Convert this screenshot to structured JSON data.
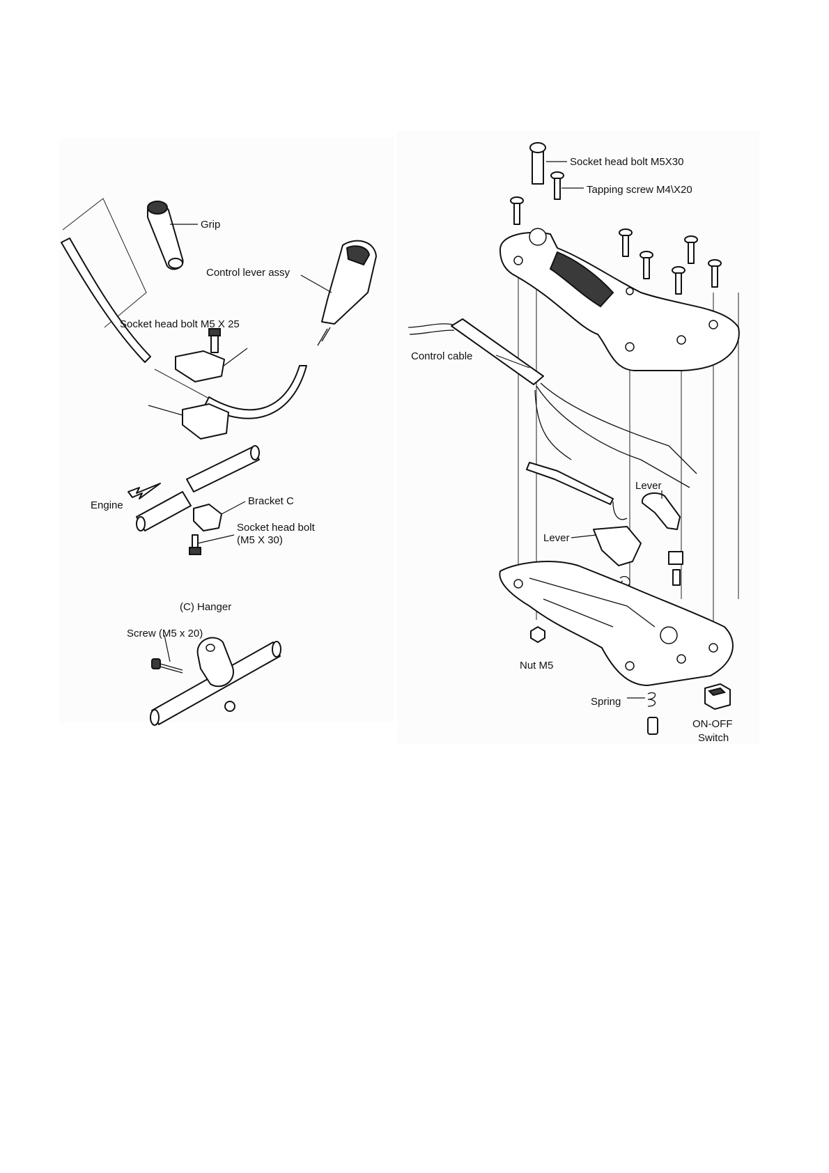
{
  "labels": {
    "grip": "Grip",
    "control_lever_assy": "Control lever assy",
    "socket_head_bolt_m5x25": "Socket head bolt M5 X 25",
    "engine": "Engine",
    "bracket_c": "Bracket C",
    "socket_head_bolt_line1": "Socket head bolt",
    "socket_head_bolt_line2": "(M5 X 30)",
    "hanger_title": "(C) Hanger",
    "screw_m5x20": "Screw (M5 x 20)",
    "socket_head_bolt_m5x30": "Socket head bolt M5X30",
    "tapping_screw": "Tapping screw M4\\X20",
    "control_cable": "Control cable",
    "lever_upper": "Lever",
    "lever_lower": "Lever",
    "nut_m5": "Nut M5",
    "spring": "Spring",
    "on_off_line1": "ON-OFF",
    "on_off_line2": "Switch"
  }
}
